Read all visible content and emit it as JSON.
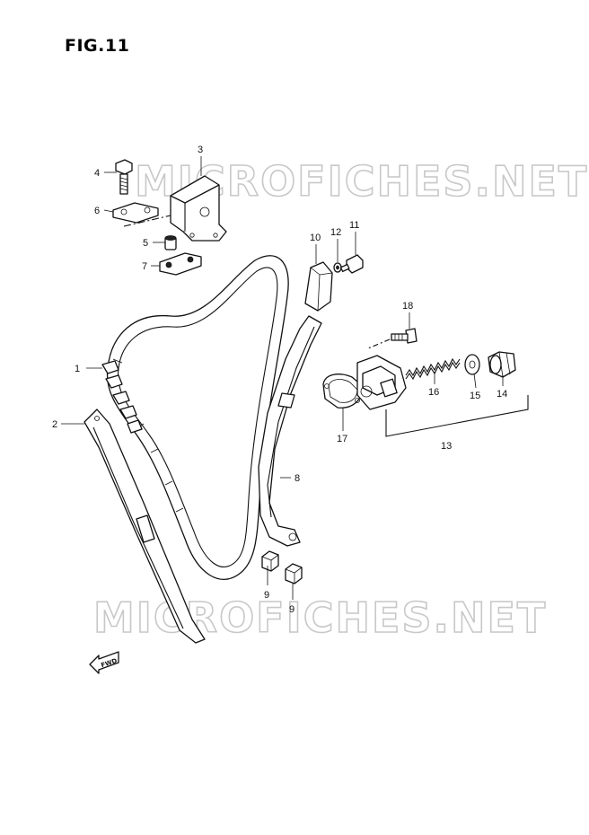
{
  "figure": {
    "title": "FIG.11"
  },
  "watermarks": [
    "MICROFICHES.NET",
    "MICROFICHES.NET"
  ],
  "fwd_label": "FWD",
  "callouts": [
    "1",
    "2",
    "3",
    "4",
    "5",
    "6",
    "7",
    "8",
    "9",
    "9",
    "10",
    "11",
    "12",
    "13",
    "14",
    "15",
    "16",
    "17",
    "18"
  ]
}
